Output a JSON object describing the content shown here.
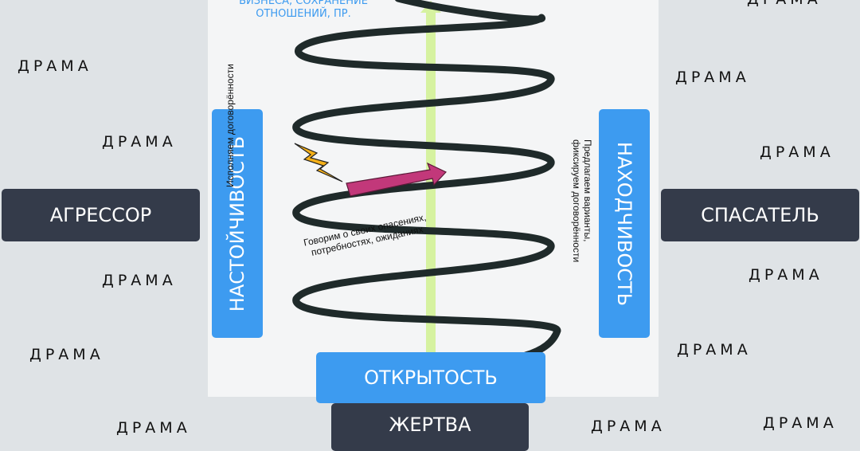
{
  "top_note": {
    "line1": "БИЗНЕСА, СОХРАНЕНИЕ",
    "line2": "ОТНОШЕНИЙ, ПР."
  },
  "roles": {
    "left": "АГРЕССОР",
    "right": "СПАСАТЕЛЬ",
    "bottom": "ЖЕРТВА"
  },
  "qualities": {
    "left": "НАСТОЙЧИВОСТЬ",
    "right": "НАХОДЧИВОСТЬ",
    "bottom": "ОТКРЫТОСТЬ"
  },
  "notes": {
    "left_vertical": "Исполняем договорённости",
    "middle_line1": "Говорим о своих опасениях,",
    "middle_line2": "потребностях, ожиданиях",
    "right_line1": "Предлагаем варианты,",
    "right_line2": "фиксируем договорённости"
  },
  "drama_word": "ДРАМА",
  "colors": {
    "blue": "#3d9bf0",
    "dark": "#343b4a",
    "green_arrow": "#d6f2a0",
    "magenta_arrow": "#c2387a",
    "lightning": "#f5b018",
    "spring": "#1f2a2a"
  }
}
